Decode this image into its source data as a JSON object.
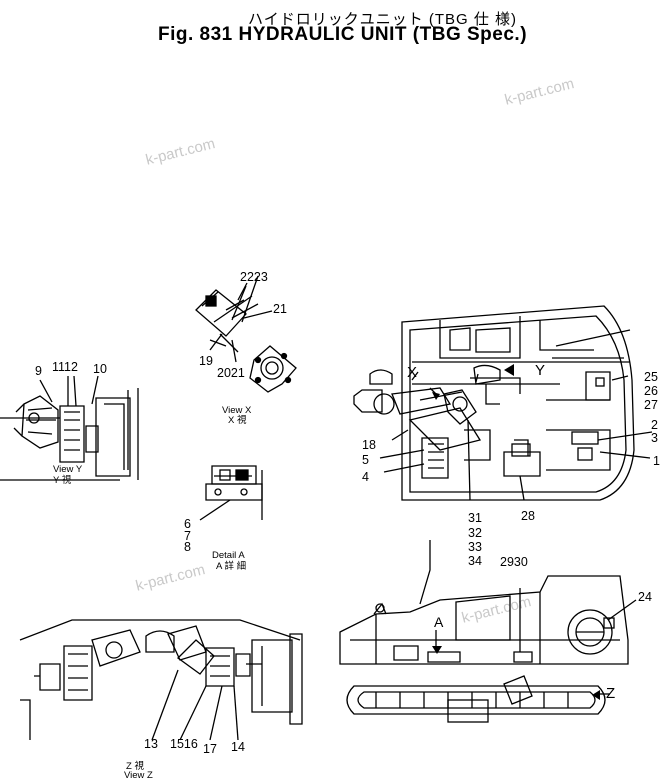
{
  "header": {
    "title_jp": "ハイドロリックユニット (TBG 仕 様)",
    "title_en": "Fig. 831 HYDRAULIC UNIT (TBG Spec.)"
  },
  "watermarks": [
    "k-part.com",
    "k-part.com",
    "k-part.com",
    "k-part.com"
  ],
  "callouts": {
    "c2223": "2223",
    "c21a": "21",
    "c19": "19",
    "c2021": "2021",
    "c9": "9",
    "c1112": "1112",
    "c10": "10",
    "c6": "6",
    "c7": "7",
    "c8": "8",
    "c25": "25",
    "c26": "26",
    "c27": "27",
    "c2": "2",
    "c3": "3",
    "c1": "1",
    "c18": "18",
    "c5": "5",
    "c4": "4",
    "c31": "31",
    "c32": "32",
    "c33": "33",
    "c34": "34",
    "c28": "28",
    "c2930": "2930",
    "c24": "24",
    "c13": "13",
    "c1516": "1516",
    "c17": "17",
    "c14": "14",
    "arrowX": "X",
    "arrowY": "Y",
    "arrowA": "A",
    "arrowZ": "Z"
  },
  "views": {
    "viewX_en": "View X",
    "viewX_jp": "X 視",
    "viewY_en": "View Y",
    "viewY_jp": "Y 視",
    "detailA_en": "Detail A",
    "detailA_jp": "A 詳 細",
    "viewZ_jp": "Z 視",
    "viewZ_en": "View Z"
  }
}
